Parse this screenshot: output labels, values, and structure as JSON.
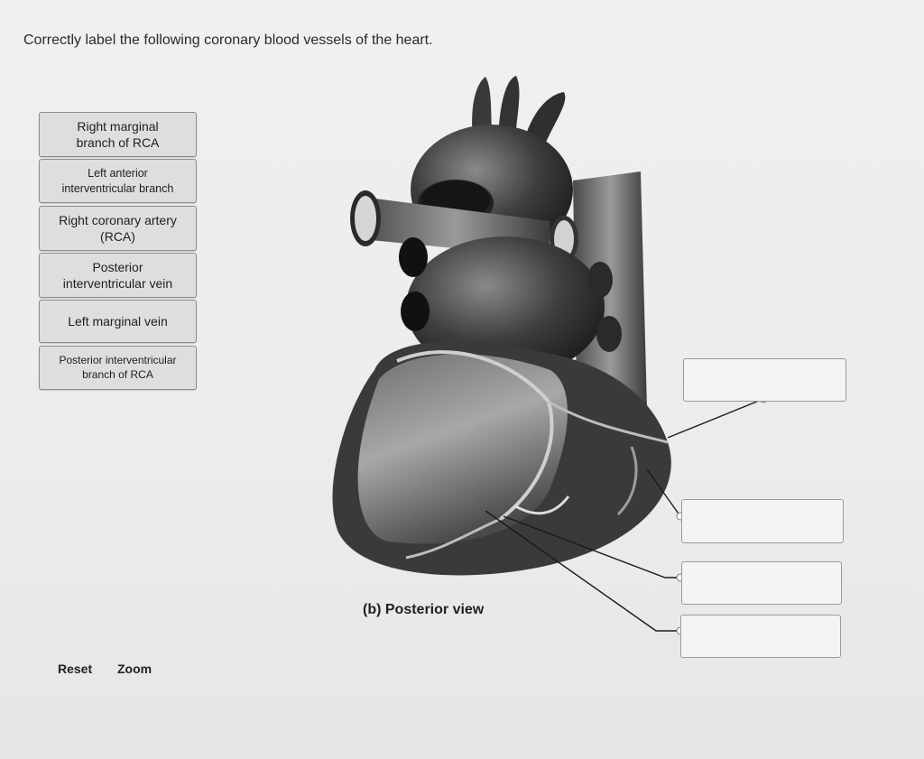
{
  "instruction": "Correctly label the following coronary blood vessels of the heart.",
  "labels": [
    "Right marginal\nbranch of RCA",
    "Left anterior\ninterventricular branch",
    "Right coronary artery\n(RCA)",
    "Posterior\ninterventricular vein",
    "Left marginal vein",
    "Posterior interventricular\nbranch of RCA"
  ],
  "caption": "(b) Posterior view",
  "controls": {
    "reset": "Reset",
    "zoom": "Zoom"
  },
  "drop_targets": [
    "",
    "",
    "",
    ""
  ]
}
